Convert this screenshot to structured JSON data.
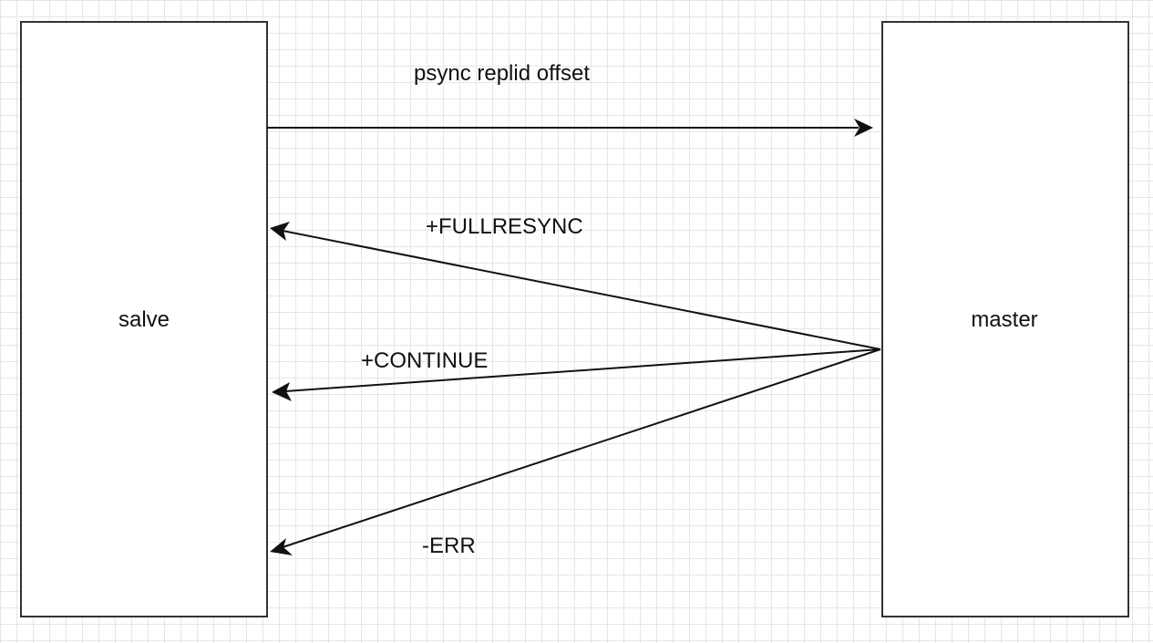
{
  "diagram": {
    "nodes": {
      "slave": {
        "label": "salve"
      },
      "master": {
        "label": "master"
      }
    },
    "edges": [
      {
        "id": "psync",
        "from": "slave",
        "to": "master",
        "label": "psync replid offset"
      },
      {
        "id": "fullresync",
        "from": "master",
        "to": "slave",
        "label": "+FULLRESYNC"
      },
      {
        "id": "continue",
        "from": "master",
        "to": "slave",
        "label": "+CONTINUE"
      },
      {
        "id": "err",
        "from": "master",
        "to": "slave",
        "label": "-ERR"
      }
    ]
  }
}
